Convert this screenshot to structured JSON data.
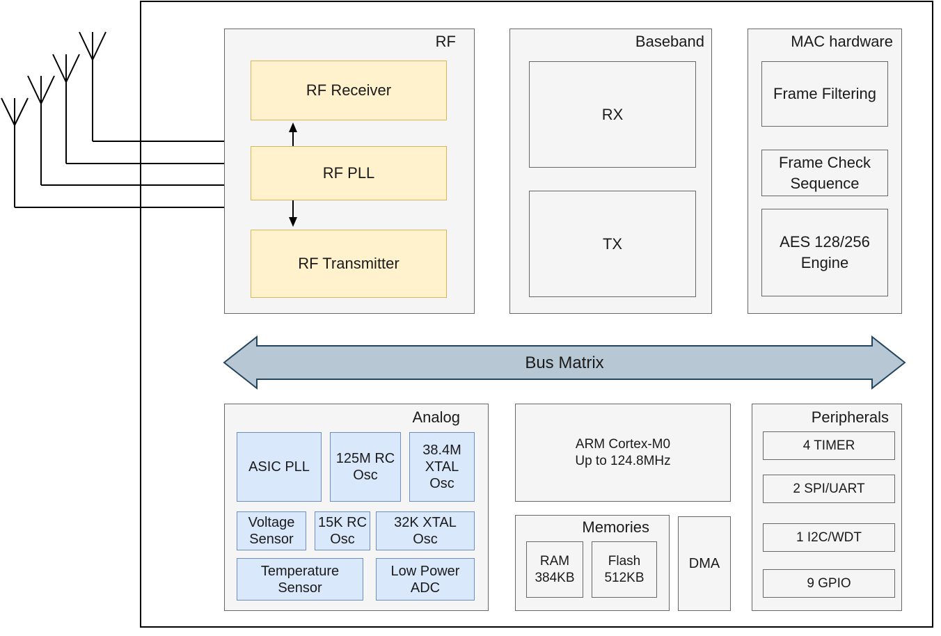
{
  "rf": {
    "title": "RF",
    "receiver": "RF Receiver",
    "pll": "RF PLL",
    "transmitter": "RF Transmitter"
  },
  "baseband": {
    "title": "Baseband",
    "rx": "RX",
    "tx": "TX"
  },
  "mac": {
    "title": "MAC hardware",
    "frame_filtering": "Frame Filtering",
    "fcs_line1": "Frame Check",
    "fcs_line2": "Sequence",
    "aes_line1": "AES 128/256",
    "aes_line2": "Engine"
  },
  "bus": {
    "label": "Bus Matrix"
  },
  "analog": {
    "title": "Analog",
    "asic_pll": "ASIC PLL",
    "rc125_line1": "125M RC",
    "rc125_line2": "Osc",
    "xtal38_line1": "38.4M",
    "xtal38_line2": "XTAL",
    "xtal38_line3": "Osc",
    "voltage_line1": "Voltage",
    "voltage_line2": "Sensor",
    "rc15_line1": "15K RC",
    "rc15_line2": "Osc",
    "xtal32_line1": "32K XTAL",
    "xtal32_line2": "Osc",
    "temp_line1": "Temperature",
    "temp_line2": "Sensor",
    "adc_line1": "Low Power",
    "adc_line2": "ADC"
  },
  "cpu": {
    "line1": "ARM Cortex-M0",
    "line2": "Up to 124.8MHz"
  },
  "memories": {
    "title": "Memories",
    "ram_line1": "RAM",
    "ram_line2": "384KB",
    "flash_line1": "Flash",
    "flash_line2": "512KB"
  },
  "dma": {
    "label": "DMA"
  },
  "peripherals": {
    "title": "Peripherals",
    "items": [
      "4 TIMER",
      "2 SPI/UART",
      "1 I2C/WDT",
      "9 GPIO"
    ]
  },
  "colors": {
    "rf_fill": "#fff2cc",
    "rf_stroke": "#d6b656",
    "analog_fill": "#dae8fc",
    "analog_stroke": "#6c8ebf",
    "block_fill": "#f5f5f5",
    "block_stroke": "#666666",
    "bus_fill": "#b7c7d3",
    "bus_stroke": "#23445d"
  }
}
